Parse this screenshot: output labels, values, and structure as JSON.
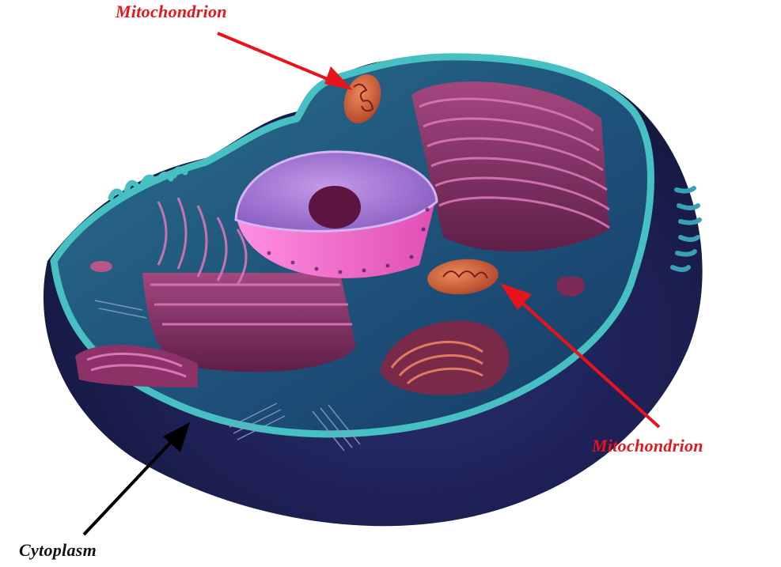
{
  "labels": {
    "mitochondrion_top": "Mitochondrion",
    "mitochondrion_right": "Mitochondrion",
    "cytoplasm": "Cytoplasm"
  },
  "colors": {
    "label_red": "#e8141b",
    "label_black": "#111111",
    "arrow_red": "#e8141b",
    "arrow_black": "#000000",
    "membrane_teal": "#3fb6b8",
    "cytoplasm_fill": "#1f4f75",
    "cell_shadow": "#1a1d55",
    "organelle_magenta": "#8e3a6c",
    "nucleus_pink": "#e86cc8",
    "nucleus_lilac": "#a97ad6",
    "mitochondrion_orange": "#d9653a"
  }
}
